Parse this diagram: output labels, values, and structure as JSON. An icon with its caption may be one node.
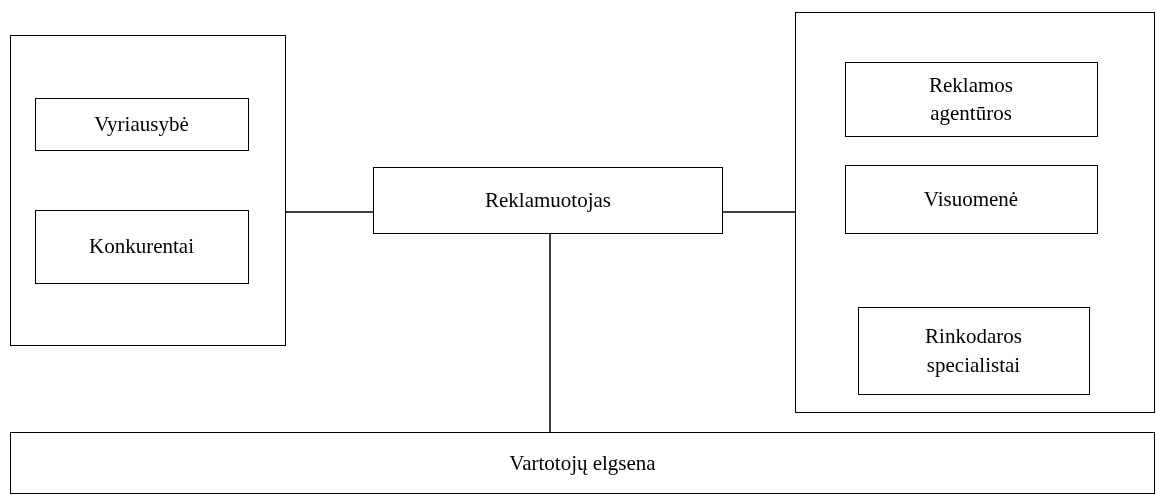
{
  "diagram": {
    "nodes": [
      {
        "text": [],
        "shape": "box"
      },
      {
        "text": [
          "Vyriausybė"
        ],
        "in": 0
      },
      {
        "text": [
          "Konkurentai"
        ],
        "in": 0
      },
      {
        "text": [
          "Reklamuotojas"
        ]
      },
      {
        "text": [],
        "shape": "box"
      },
      {
        "text": [
          "Reklamos agentūros"
        ],
        "in": 4
      },
      {
        "text": [
          "Visuomenė"
        ],
        "in": 4
      },
      {
        "text": [
          "Rinkodaros specialistai"
        ],
        "in": 4
      },
      {
        "text": [
          "Vartotojų elgsena"
        ]
      }
    ],
    "edges": [
      {
        "from": 0,
        "to": 3,
        "arrow": "none"
      },
      {
        "from": 3,
        "to": 4,
        "arrow": "none"
      },
      {
        "from": 3,
        "to": 8,
        "arrow": "none"
      }
    ]
  }
}
